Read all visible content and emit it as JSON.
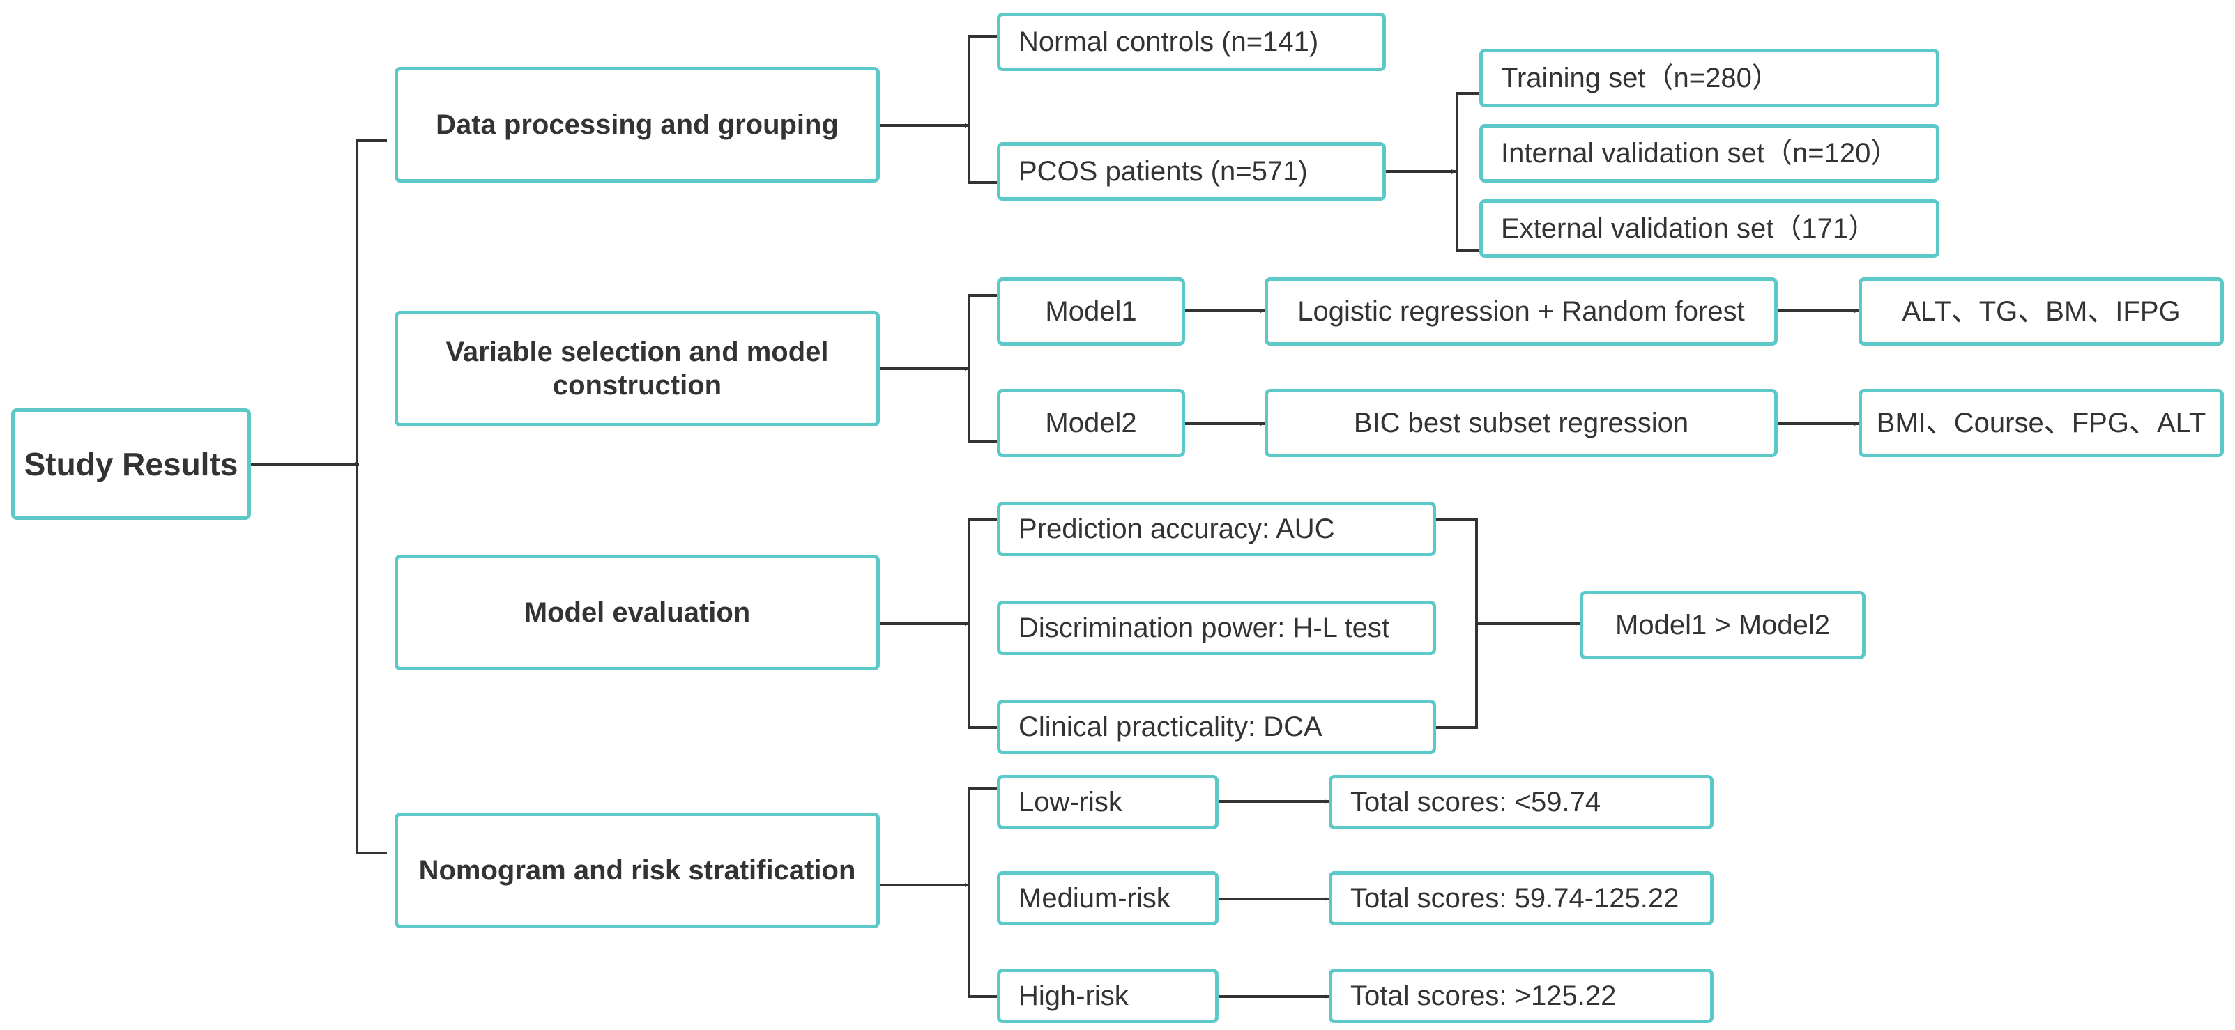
{
  "root": "Study Results",
  "sections": {
    "data_processing": {
      "title": "Data processing and grouping",
      "groups": {
        "normal_controls": "Normal controls (n=141)",
        "pcos_patients": "PCOS patients (n=571)"
      },
      "sets": {
        "training": "Training set（n=280）",
        "internal_validation": "Internal validation set（n=120）",
        "external_validation": "External validation set（171）"
      }
    },
    "variable_selection": {
      "title": "Variable selection and model construction",
      "model1": {
        "label": "Model1",
        "method": "Logistic regression + Random forest",
        "variables": "ALT、TG、BM、IFPG"
      },
      "model2": {
        "label": "Model2",
        "method": "BIC best subset regression",
        "variables": "BMI、Course、FPG、ALT"
      }
    },
    "model_evaluation": {
      "title": "Model evaluation",
      "criteria": {
        "accuracy": "Prediction accuracy: AUC",
        "discrimination": "Discrimination power: H-L test",
        "practicality": "Clinical practicality: DCA"
      },
      "result": "Model1 > Model2"
    },
    "nomogram": {
      "title": "Nomogram and risk stratification",
      "low": {
        "label": "Low-risk",
        "score": "Total scores: <59.74"
      },
      "medium": {
        "label": "Medium-risk",
        "score": "Total scores: 59.74-125.22"
      },
      "high": {
        "label": "High-risk",
        "score": "Total scores: >125.22"
      }
    }
  },
  "colors": {
    "box_border": "#5cc8c8",
    "line": "#333333",
    "text": "#333333"
  }
}
